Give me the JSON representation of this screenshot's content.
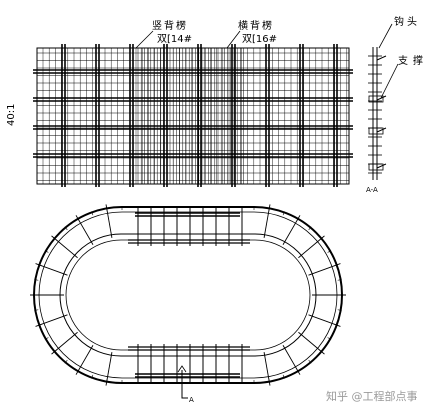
{
  "labels": {
    "vertical_beam": "竖背楞",
    "vertical_beam_spec": "双[14#",
    "horizontal_beam": "横背楞",
    "horizontal_beam_spec": "双[16#",
    "hook": "钩头",
    "support": "支撑",
    "left_dimension": "40:1",
    "section_label_right": "A-A",
    "section_mark": "A"
  },
  "watermark": {
    "text": "知乎 @工程部点事"
  },
  "colors": {
    "line": "#000000",
    "background": "#ffffff",
    "watermark": "#9a9a9a"
  }
}
